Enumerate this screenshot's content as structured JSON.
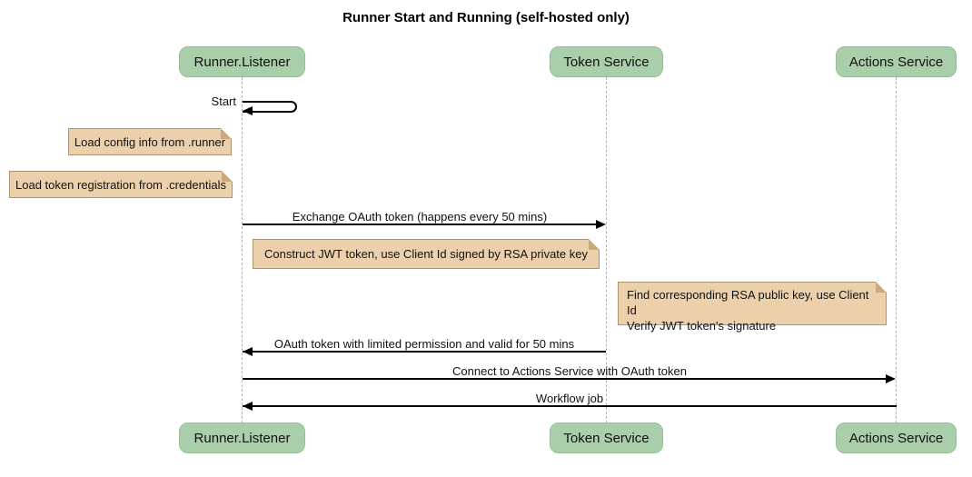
{
  "title": "Runner Start and Running (self-hosted only)",
  "participants": [
    {
      "label": "Runner.Listener"
    },
    {
      "label": "Token Service"
    },
    {
      "label": "Actions Service"
    }
  ],
  "messages": [
    {
      "label": "Start",
      "from": "Runner.Listener",
      "to": "Runner.Listener"
    },
    {
      "label": "Exchange OAuth token (happens every 50 mins)",
      "from": "Runner.Listener",
      "to": "Token Service"
    },
    {
      "label": "OAuth token with limited permission and valid for 50 mins",
      "from": "Token Service",
      "to": "Runner.Listener"
    },
    {
      "label": "Connect to Actions Service with OAuth token",
      "from": "Runner.Listener",
      "to": "Actions Service"
    },
    {
      "label": "Workflow job",
      "from": "Actions Service",
      "to": "Runner.Listener"
    }
  ],
  "notes": [
    {
      "text": "Load config info from .runner"
    },
    {
      "text": "Load token registration from .credentials"
    },
    {
      "text": "Construct JWT token, use Client Id signed by RSA private key"
    },
    {
      "line1": "Find corresponding RSA public key, use Client Id",
      "line2": "Verify JWT token's signature"
    }
  ],
  "colors": {
    "participant_fill": "#a9cfaa",
    "participant_border": "#94bd98",
    "note_fill": "#ecd0ac",
    "note_border": "#ad9270",
    "lifeline": "#b3b3b3",
    "arrow": "#000000",
    "background": "#ffffff"
  }
}
